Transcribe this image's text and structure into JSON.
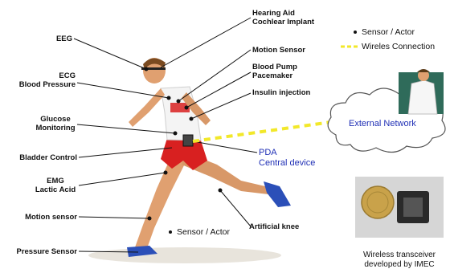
{
  "labels": {
    "eeg": "EEG",
    "ecg": "ECG",
    "blood_pressure": "Blood Pressure",
    "glucose": "Glucose",
    "monitoring": "Monitoring",
    "bladder": "Bladder Control",
    "emg": "EMG",
    "lactic": "Lactic Acid",
    "motion_left": "Motion sensor",
    "pressure": "Pressure Sensor",
    "hearing": "Hearing Aid",
    "cochlear": "Cochlear Implant",
    "motion_right": "Motion Sensor",
    "blood_pump": "Blood Pump",
    "pacemaker": "Pacemaker",
    "insulin": "Insulin injection",
    "pda": "PDA",
    "central": "Central device",
    "sensor_actor_bottom": "Sensor / Actor",
    "artificial_knee": "Artificial knee"
  },
  "legend": {
    "sensor_actor": "Sensor / Actor",
    "wireless": "Wireles Connection"
  },
  "network": {
    "label": "External Network"
  },
  "caption": {
    "line1": "Wireless transceiver",
    "line2": "developed by IMEC"
  },
  "colors": {
    "wireless_line": "#f2e82a",
    "blue_text": "#1f2fb5"
  }
}
